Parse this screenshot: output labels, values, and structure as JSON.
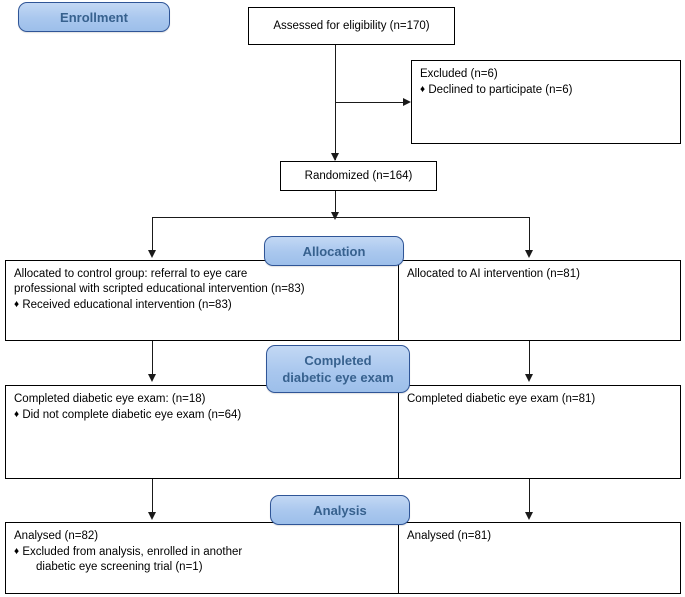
{
  "diagram": {
    "title": "CONSORT participant flow diagram",
    "colors": {
      "pill_fill": "#a9c7ee",
      "pill_border": "#2f5597",
      "pill_text": "#37618e",
      "box_border": "#000000",
      "connector": "#1a1a1a",
      "background": "#ffffff",
      "text": "#000000"
    }
  },
  "stages": {
    "enrollment": "Enrollment",
    "allocation": "Allocation",
    "completed_exam_line1": "Completed",
    "completed_exam_line2": "diabetic eye exam",
    "analysis": "Analysis"
  },
  "bullet_glyph": "♦",
  "boxes": {
    "assessed": {
      "text": "Assessed for eligibility (n=170)"
    },
    "excluded": {
      "heading": "Excluded (n=6)",
      "bullets": [
        "Declined to participate (n=6)"
      ]
    },
    "randomized": {
      "text": "Randomized (n=164)"
    },
    "allocation_control": {
      "heading_line1": "Allocated to control group: referral to eye care",
      "heading_line2": "professional with scripted educational",
      "heading_line3": "intervention (n=83)",
      "bullets": [
        "Received educational intervention (n=83)"
      ]
    },
    "allocation_intervention": {
      "heading": "Allocated to AI intervention (n=81)"
    },
    "exam_control": {
      "heading": "Completed diabetic eye exam: (n=18)",
      "bullets": [
        "Did not complete diabetic eye exam (n=64)"
      ]
    },
    "exam_intervention": {
      "heading": "Completed diabetic eye exam (n=81)"
    },
    "analysis_control": {
      "heading": "Analysed (n=82)",
      "bullets": [
        {
          "line1": "Excluded from analysis, enrolled in another",
          "line2": "diabetic eye screening trial (n=1)"
        }
      ]
    },
    "analysis_intervention": {
      "heading": "Analysed (n=81)"
    }
  },
  "chart_data": {
    "type": "diagram",
    "title": "CONSORT flow diagram",
    "nodes": [
      {
        "id": "assessed",
        "label": "Assessed for eligibility",
        "n": 170
      },
      {
        "id": "excluded",
        "label": "Excluded",
        "n": 6
      },
      {
        "id": "declined",
        "label": "Declined to participate",
        "n": 6
      },
      {
        "id": "randomized",
        "label": "Randomized",
        "n": 164
      },
      {
        "id": "allocated_control",
        "label": "Allocated to control group",
        "n": 83
      },
      {
        "id": "received_control",
        "label": "Received educational intervention",
        "n": 83
      },
      {
        "id": "allocated_ai",
        "label": "Allocated to AI intervention",
        "n": 81
      },
      {
        "id": "exam_control",
        "label": "Completed diabetic eye exam (control)",
        "n": 18
      },
      {
        "id": "no_exam_control",
        "label": "Did not complete diabetic eye exam",
        "n": 64
      },
      {
        "id": "exam_ai",
        "label": "Completed diabetic eye exam (AI)",
        "n": 81
      },
      {
        "id": "analysed_control",
        "label": "Analysed (control)",
        "n": 82
      },
      {
        "id": "excluded_analysis",
        "label": "Excluded from analysis, enrolled in another diabetic eye screening trial",
        "n": 1
      },
      {
        "id": "analysed_ai",
        "label": "Analysed (AI)",
        "n": 81
      }
    ],
    "edges": [
      {
        "from": "assessed",
        "to": "excluded"
      },
      {
        "from": "assessed",
        "to": "randomized"
      },
      {
        "from": "randomized",
        "to": "allocated_control"
      },
      {
        "from": "randomized",
        "to": "allocated_ai"
      },
      {
        "from": "allocated_control",
        "to": "exam_control"
      },
      {
        "from": "allocated_ai",
        "to": "exam_ai"
      },
      {
        "from": "exam_control",
        "to": "analysed_control"
      },
      {
        "from": "exam_ai",
        "to": "analysed_ai"
      }
    ]
  }
}
